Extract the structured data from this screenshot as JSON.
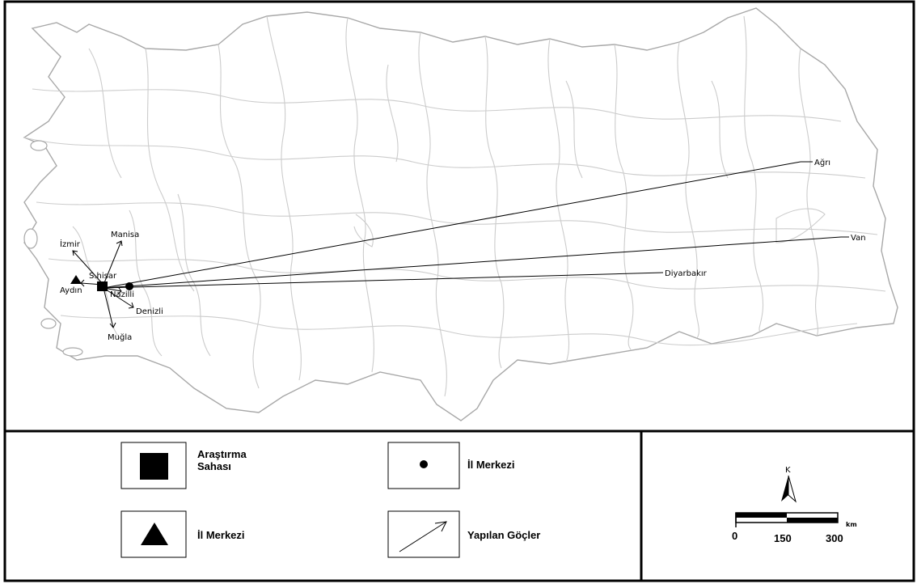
{
  "map": {
    "cities": {
      "izmir": "İzmir",
      "manisa": "Manisa",
      "shisar": "S.hisar",
      "aydin": "Aydın",
      "nazilli": "Nazilli",
      "denizli": "Denizli",
      "mugla": "Muğla",
      "agri": "Ağrı",
      "van": "Van",
      "diyarbakir": "Diyarbakır"
    }
  },
  "legend": {
    "research_area_line1": "Araştırma",
    "research_area_line2": "Sahası",
    "province_center_circle": "İl Merkezi",
    "province_center_triangle": "İl Merkezi",
    "migrations": "Yapılan Göçler"
  },
  "scale": {
    "north": "K",
    "unit": "km",
    "ticks": [
      "0",
      "150",
      "300"
    ]
  },
  "colors": {
    "border": "#000000",
    "province_lines": "#c8c8c8",
    "coast_lines": "#a0a0a0"
  }
}
